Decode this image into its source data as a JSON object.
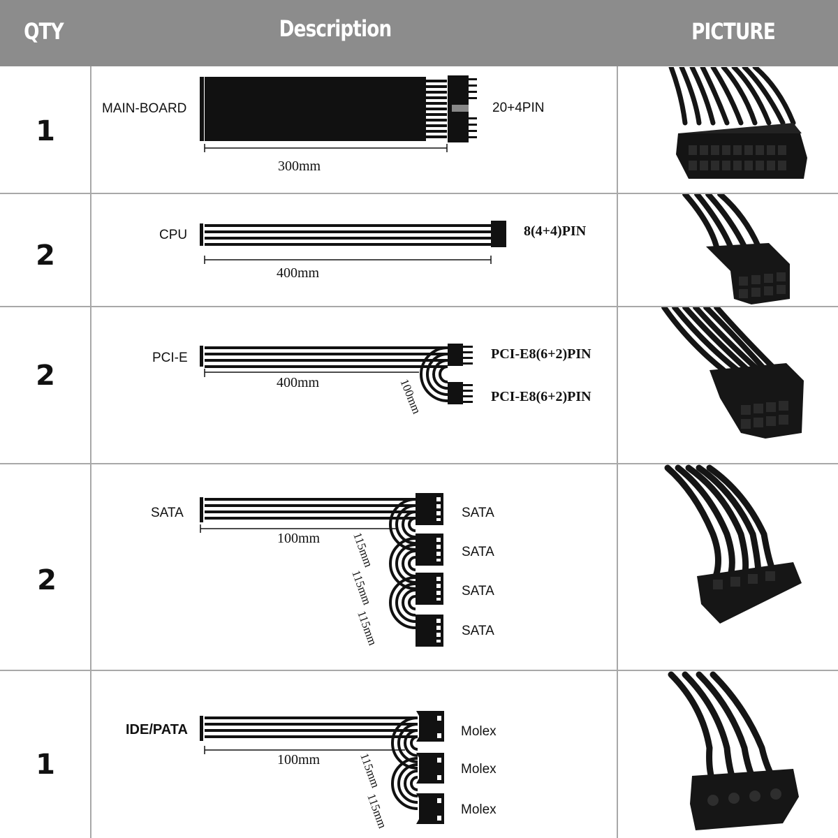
{
  "header": {
    "qty": "QTY",
    "description": "Description",
    "picture": "PICTURE"
  },
  "colors": {
    "header_bg": "#8c8c8c",
    "header_text": "#ffffff",
    "grid": "#a8a8a8",
    "cable": "#111111"
  },
  "rows": [
    {
      "qty": "1",
      "label": "MAIN-BOARD",
      "length": "300mm",
      "connector": "20+4PIN",
      "picture_icon": "atx-24pin-connector-photo"
    },
    {
      "qty": "2",
      "label": "CPU",
      "length": "400mm",
      "connector": "8(4+4)PIN",
      "picture_icon": "cpu-8pin-connector-photo"
    },
    {
      "qty": "2",
      "label": "PCI-E",
      "length": "400mm",
      "branch": "100mm",
      "connectors": [
        "PCI-E8(6+2)PIN",
        "PCI-E8(6+2)PIN"
      ],
      "picture_icon": "pcie-8pin-connector-photo"
    },
    {
      "qty": "2",
      "label": "SATA",
      "length": "100mm",
      "branches": [
        "115mm",
        "115mm",
        "115mm"
      ],
      "connectors": [
        "SATA",
        "SATA",
        "SATA",
        "SATA"
      ],
      "picture_icon": "sata-power-connector-photo"
    },
    {
      "qty": "1",
      "label": "IDE/PATA",
      "length": "100mm",
      "branches": [
        "115mm",
        "115mm"
      ],
      "connectors": [
        "Molex",
        "Molex",
        "Molex"
      ],
      "picture_icon": "molex-4pin-connector-photo"
    }
  ]
}
